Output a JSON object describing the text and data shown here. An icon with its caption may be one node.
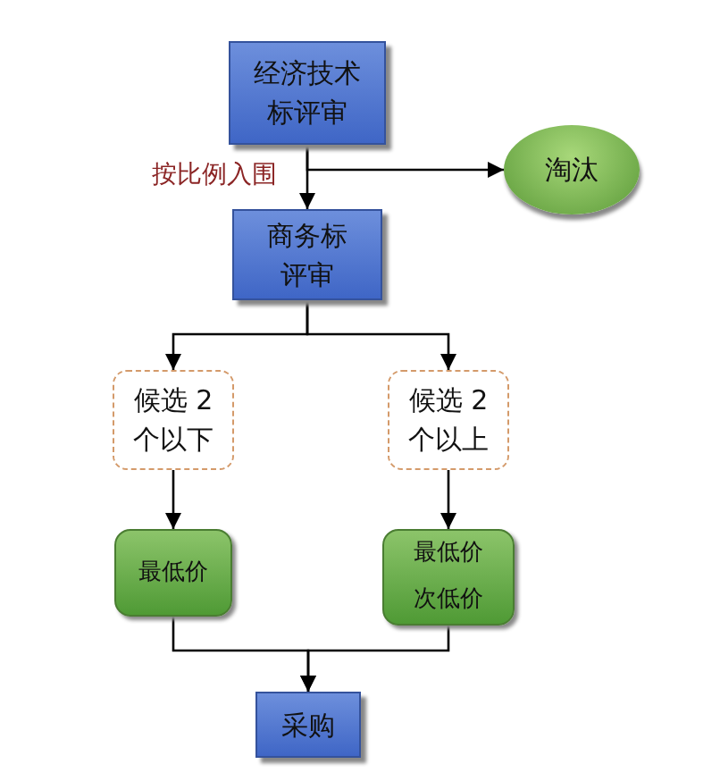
{
  "diagram": {
    "nodes": [
      {
        "text": [
          "经济技术标评审"
        ]
      },
      {
        "text": [
          "淘汰"
        ]
      },
      {
        "text": [
          "商务标评审"
        ]
      },
      {
        "text": [
          "候选 2个以下"
        ]
      },
      {
        "text": [
          "候选 2个以上"
        ]
      },
      {
        "text": [
          "最低价"
        ]
      },
      {
        "text": [
          "最低价",
          "次低价"
        ]
      },
      {
        "text": [
          "采购"
        ]
      }
    ],
    "edges": [
      {
        "from": 0,
        "to": 2,
        "arrow": "to",
        "label": "按比例入围"
      },
      {
        "from": 0,
        "to": 1,
        "arrow": "to"
      },
      {
        "from": 2,
        "to": 3,
        "arrow": "to"
      },
      {
        "from": 2,
        "to": 4,
        "arrow": "to"
      },
      {
        "from": 3,
        "to": 5,
        "arrow": "to"
      },
      {
        "from": 4,
        "to": 6,
        "arrow": "to"
      },
      {
        "from": 5,
        "to": 7,
        "arrow": "to"
      },
      {
        "from": 6,
        "to": 7,
        "arrow": "to"
      }
    ]
  }
}
